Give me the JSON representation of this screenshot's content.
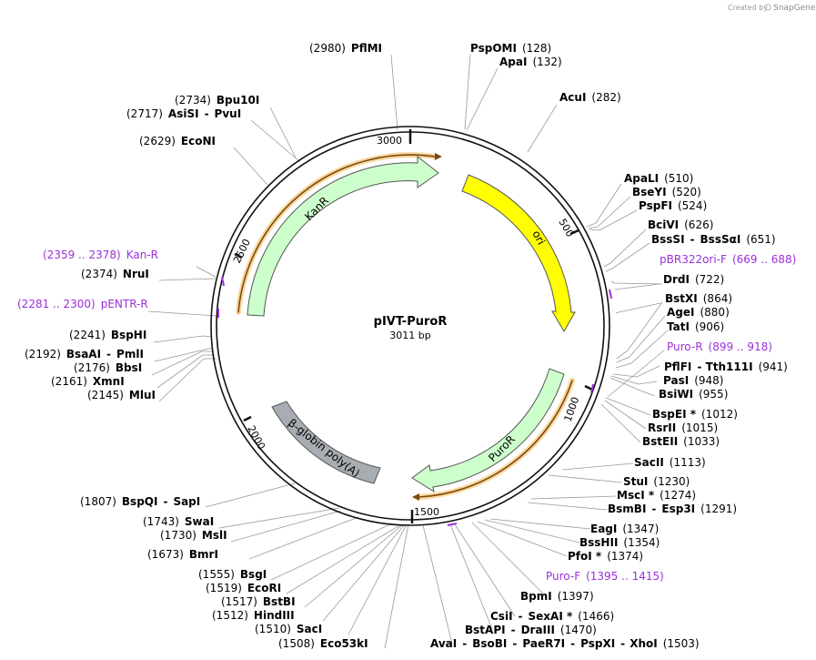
{
  "credit": {
    "prefix": "Created by",
    "brand": "SnapGene"
  },
  "plasmid": {
    "name": "pIVT-PuroR",
    "size_label": "3011 bp"
  },
  "colors": {
    "primer": "#9b30d9",
    "ori": "#ffff00",
    "resistance": "#ccffcc",
    "polyA": "#a8adb3",
    "orf": "#f5a623"
  },
  "ticks": [
    {
      "text": "3000"
    },
    {
      "text": "500"
    },
    {
      "text": "1000"
    },
    {
      "text": "1500"
    },
    {
      "text": "2000"
    },
    {
      "text": "2500"
    }
  ],
  "features": [
    {
      "name": "KanR",
      "kind": "resistance"
    },
    {
      "name": "ori",
      "kind": "ori"
    },
    {
      "name": "PuroR",
      "kind": "resistance"
    },
    {
      "name": "β-globin poly(A)",
      "kind": "polyA"
    }
  ],
  "sites": {
    "top": [
      {
        "parts": [
          "(2980)",
          "PflMI"
        ]
      },
      {
        "parts": [
          "PspOMI",
          "(128)"
        ]
      },
      {
        "parts": [
          "ApaI",
          "(132)"
        ]
      },
      {
        "parts": [
          "AcuI",
          "(282)"
        ]
      }
    ],
    "right": [
      {
        "parts": [
          "ApaLI",
          "(510)"
        ]
      },
      {
        "parts": [
          "BseYI",
          "(520)"
        ]
      },
      {
        "parts": [
          "PspFI",
          "(524)"
        ]
      },
      {
        "parts": [
          "BciVI",
          "(626)"
        ]
      },
      {
        "parts": [
          "BssSI",
          "-",
          "BssSαI",
          "(651)"
        ]
      },
      {
        "parts": [
          "pBR322ori-F",
          "(669 .. 688)"
        ],
        "primer": true
      },
      {
        "parts": [
          "DrdI",
          "(722)"
        ]
      },
      {
        "parts": [
          "BstXI",
          "(864)"
        ]
      },
      {
        "parts": [
          "AgeI",
          "(880)"
        ]
      },
      {
        "parts": [
          "TatI",
          "(906)"
        ]
      },
      {
        "parts": [
          "Puro-R",
          "(899 .. 918)"
        ],
        "primer": true
      },
      {
        "parts": [
          "PflFI",
          "-",
          "Tth111I",
          "(941)"
        ]
      },
      {
        "parts": [
          "PasI",
          "(948)"
        ]
      },
      {
        "parts": [
          "BsiWI",
          "(955)"
        ]
      },
      {
        "parts": [
          "BspEI *",
          "(1012)"
        ]
      },
      {
        "parts": [
          "RsrII",
          "(1015)"
        ]
      },
      {
        "parts": [
          "BstEII",
          "(1033)"
        ]
      },
      {
        "parts": [
          "SacII",
          "(1113)"
        ]
      },
      {
        "parts": [
          "StuI",
          "(1230)"
        ]
      },
      {
        "parts": [
          "MscI *",
          "(1274)"
        ]
      },
      {
        "parts": [
          "BsmBI",
          "-",
          "Esp3I",
          "(1291)"
        ]
      },
      {
        "parts": [
          "EagI",
          "(1347)"
        ]
      },
      {
        "parts": [
          "BssHII",
          "(1354)"
        ]
      },
      {
        "parts": [
          "PfoI *",
          "(1374)"
        ]
      },
      {
        "parts": [
          "Puro-F",
          "(1395 .. 1415)"
        ],
        "primer": true
      },
      {
        "parts": [
          "BpmI",
          "(1397)"
        ]
      },
      {
        "parts": [
          "CsiI",
          "-",
          "SexAI *",
          "(1466)"
        ]
      },
      {
        "parts": [
          "BstAPI",
          "-",
          "DraIII",
          "(1470)"
        ]
      },
      {
        "parts": [
          "AvaI",
          "-",
          "BsoBI",
          "-",
          "PaeR7I",
          "-",
          "PspXI",
          "-",
          "XhoI",
          "(1503)"
        ]
      }
    ],
    "left": [
      {
        "parts": [
          "(2734)",
          "Bpu10I"
        ]
      },
      {
        "parts": [
          "(2717)",
          "AsiSI",
          "-",
          "PvuI"
        ]
      },
      {
        "parts": [
          "(2629)",
          "EcoNI"
        ]
      },
      {
        "parts": [
          "(2359 .. 2378)",
          "Kan-R"
        ],
        "primer": true
      },
      {
        "parts": [
          "(2374)",
          "NruI"
        ]
      },
      {
        "parts": [
          "(2281 .. 2300)",
          "pENTR-R"
        ],
        "primer": true
      },
      {
        "parts": [
          "(2241)",
          "BspHI"
        ]
      },
      {
        "parts": [
          "(2192)",
          "BsaAI",
          "-",
          "PmlI"
        ]
      },
      {
        "parts": [
          "(2176)",
          "BbsI"
        ]
      },
      {
        "parts": [
          "(2161)",
          "XmnI"
        ]
      },
      {
        "parts": [
          "(2145)",
          "MluI"
        ]
      },
      {
        "parts": [
          "(1807)",
          "BspQI",
          "-",
          "SapI"
        ]
      },
      {
        "parts": [
          "(1743)",
          "SwaI"
        ]
      },
      {
        "parts": [
          "(1730)",
          "MslI"
        ]
      },
      {
        "parts": [
          "(1673)",
          "BmrI"
        ]
      },
      {
        "parts": [
          "(1555)",
          "BsgI"
        ]
      },
      {
        "parts": [
          "(1519)",
          "EcoRI"
        ]
      },
      {
        "parts": [
          "(1517)",
          "BstBI"
        ]
      },
      {
        "parts": [
          "(1512)",
          "HindIII"
        ]
      },
      {
        "parts": [
          "(1510)",
          "SacI"
        ]
      },
      {
        "parts": [
          "(1508)",
          "Eco53kI"
        ]
      }
    ]
  }
}
